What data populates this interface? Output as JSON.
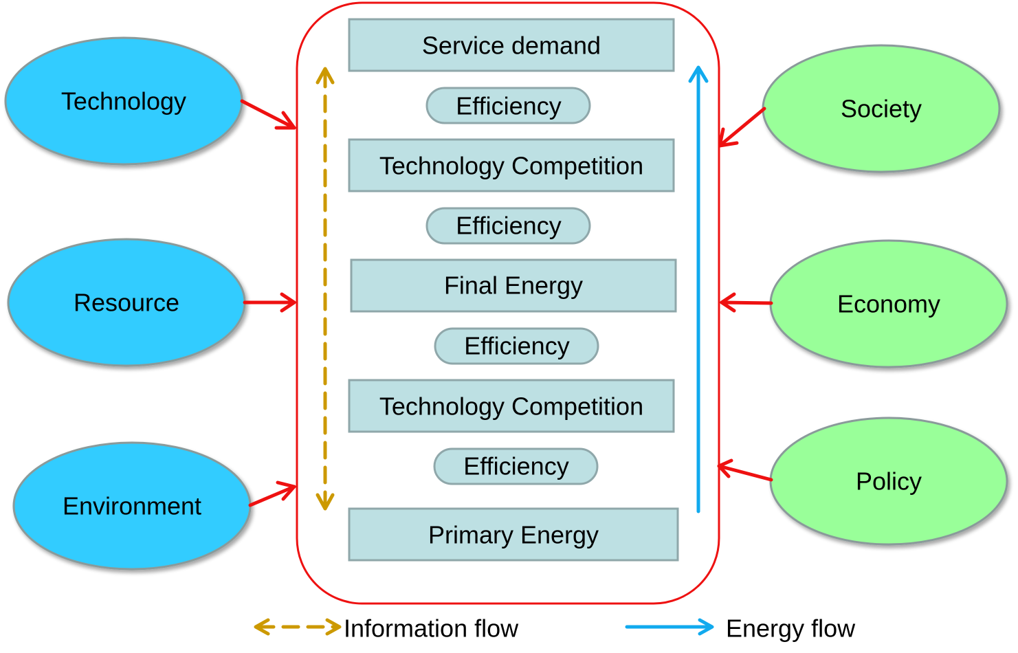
{
  "colors": {
    "frame": "#ee1111",
    "arrow_red": "#ee1111",
    "left_ellipse_fill": "#33ccff",
    "right_ellipse_fill": "#99ff99",
    "ellipse_stroke": "#8a9a9a",
    "box_fill": "#bde0e3",
    "box_stroke": "#8fa7aa",
    "info_flow": "#cc9900",
    "energy_flow": "#11aaee"
  },
  "left_factors": [
    "Technology",
    "Resource",
    "Environment"
  ],
  "right_factors": [
    "Society",
    "Economy",
    "Policy"
  ],
  "stages": [
    "Service demand",
    "Technology Competition",
    "Final Energy",
    "Technology Competition",
    "Primary Energy"
  ],
  "efficiency": [
    "Efficiency",
    "Efficiency",
    "Efficiency",
    "Efficiency"
  ],
  "legend": {
    "information_flow": "Information flow",
    "energy_flow": "Energy flow"
  }
}
